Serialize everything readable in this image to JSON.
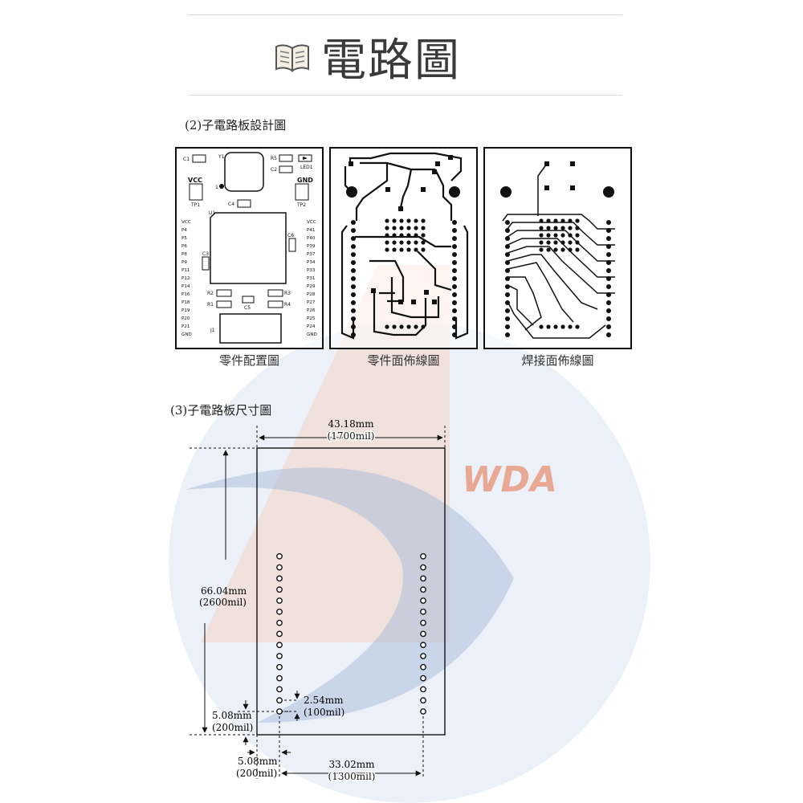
{
  "page": {
    "title": "電路圖",
    "icon": "open-book-icon",
    "watermark_text": "WDA"
  },
  "design_section": {
    "heading": "(2)子電路板設計圖",
    "panels": [
      {
        "caption": "零件配置圖"
      },
      {
        "caption": "零件面佈線圖"
      },
      {
        "caption": "焊接面佈線圖"
      }
    ],
    "layout_labels": {
      "c1": "C1",
      "y1": "Y1",
      "r5": "R5",
      "led1": "LED1",
      "c2": "C2",
      "vcc": "VCC",
      "gnd": "GND",
      "tp1": "TP1",
      "tp2": "TP2",
      "one": "1",
      "c4": "C4",
      "u1": "U1",
      "c6": "C6",
      "c3": "C3",
      "r2": "R2",
      "r3": "R3",
      "r1": "R1",
      "r4": "R4",
      "c5": "C5",
      "j1": "J1",
      "left_pins": [
        "VCC",
        "P4",
        "P5",
        "P6",
        "P8",
        "P9",
        "P11",
        "P12",
        "P14",
        "P16",
        "P18",
        "P19",
        "P20",
        "P21",
        "GND"
      ],
      "right_pins": [
        "VCC",
        "P41",
        "P40",
        "P39",
        "P37",
        "P34",
        "P33",
        "P31",
        "P29",
        "P28",
        "P27",
        "P26",
        "P25",
        "P24",
        "GND"
      ]
    }
  },
  "dimension_section": {
    "heading": "(3)子電路板尺寸圖",
    "width_mm": "43.18mm",
    "width_mil": "(1700mil)",
    "height_mm": "66.04mm",
    "height_mil": "(2600mil)",
    "pitch_mm": "2.54mm",
    "pitch_mil": "(100mil)",
    "bottom_offset_mm": "5.08mm",
    "bottom_offset_mil": "(200mil)",
    "left_offset_mm": "5.08mm",
    "left_offset_mil": "(200mil)",
    "row_spacing_mm": "33.02mm",
    "row_spacing_mil": "(1300mil)",
    "holes_per_row": 15
  }
}
